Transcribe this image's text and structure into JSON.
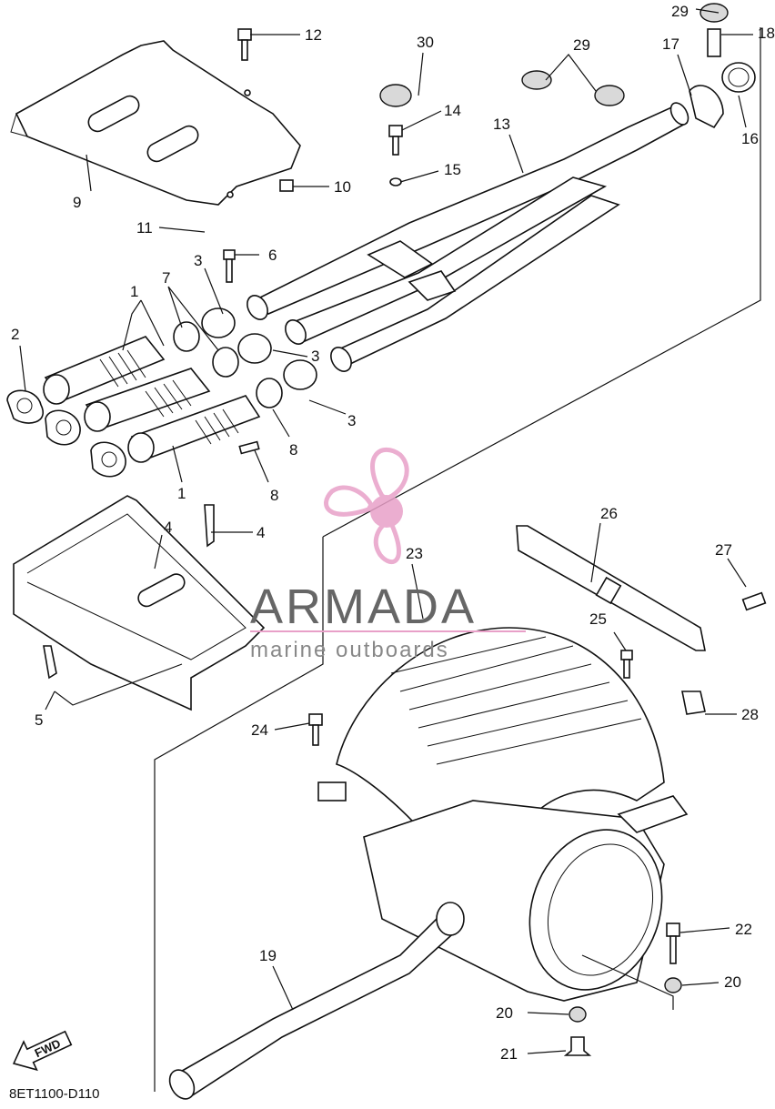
{
  "diagram": {
    "code": "8ET1100-D110",
    "fwd_label": "FWD",
    "watermark": {
      "brand": "ARMADA",
      "tagline": "marine outboards",
      "accent_color": "#e8a0c8"
    },
    "callouts": [
      "1",
      "1",
      "2",
      "3",
      "3",
      "3",
      "4",
      "4",
      "5",
      "6",
      "7",
      "8",
      "8",
      "9",
      "10",
      "11",
      "12",
      "13",
      "14",
      "15",
      "16",
      "17",
      "18",
      "19",
      "20",
      "20",
      "21",
      "22",
      "23",
      "24",
      "25",
      "26",
      "27",
      "28",
      "29",
      "29",
      "30"
    ]
  }
}
